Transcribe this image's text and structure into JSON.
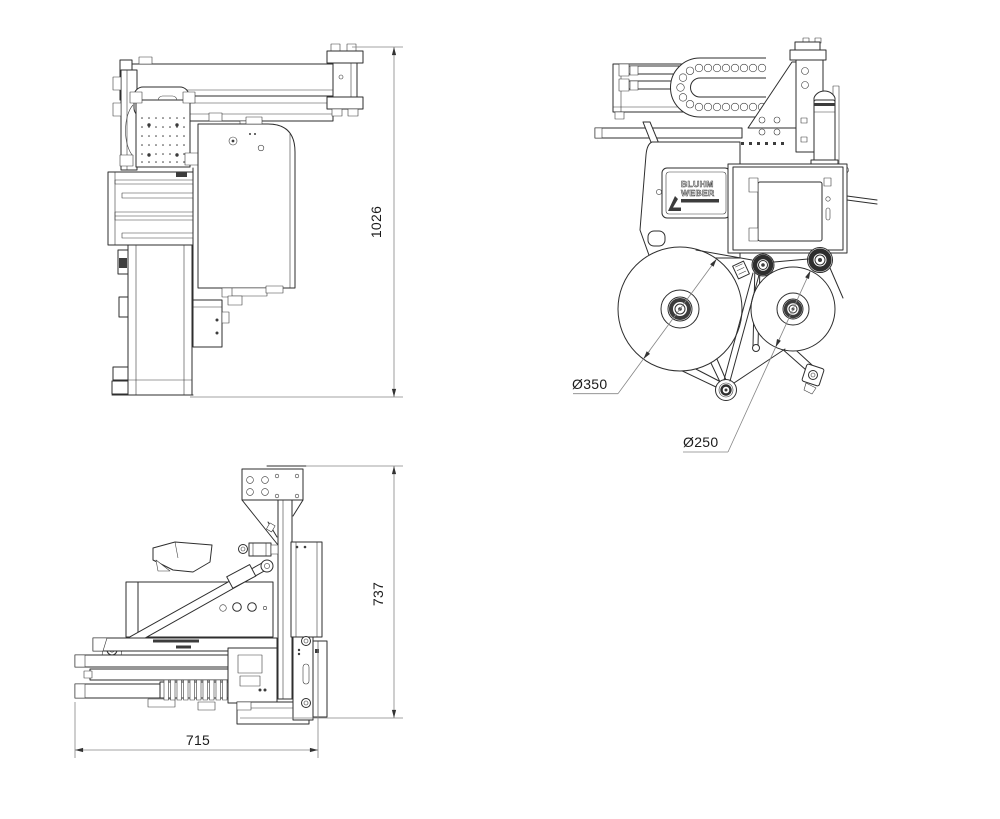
{
  "drawing": {
    "type": "technical-3-view-drawing",
    "subject": "label printer applicator",
    "colors": {
      "background": "#ffffff",
      "part_line": "#2e2e2e",
      "dimension_line": "#858585",
      "text": "#1b1b1b",
      "dark_fill": "#3c3c3c"
    },
    "dimensions": {
      "overall_height": "1026",
      "overall_depth": "737",
      "base_width": "715",
      "large_reel_diameter": "Ø350",
      "small_reel_diameter": "Ø250"
    },
    "logo": {
      "line1": "BLUHM",
      "line2": "WEBER"
    }
  }
}
